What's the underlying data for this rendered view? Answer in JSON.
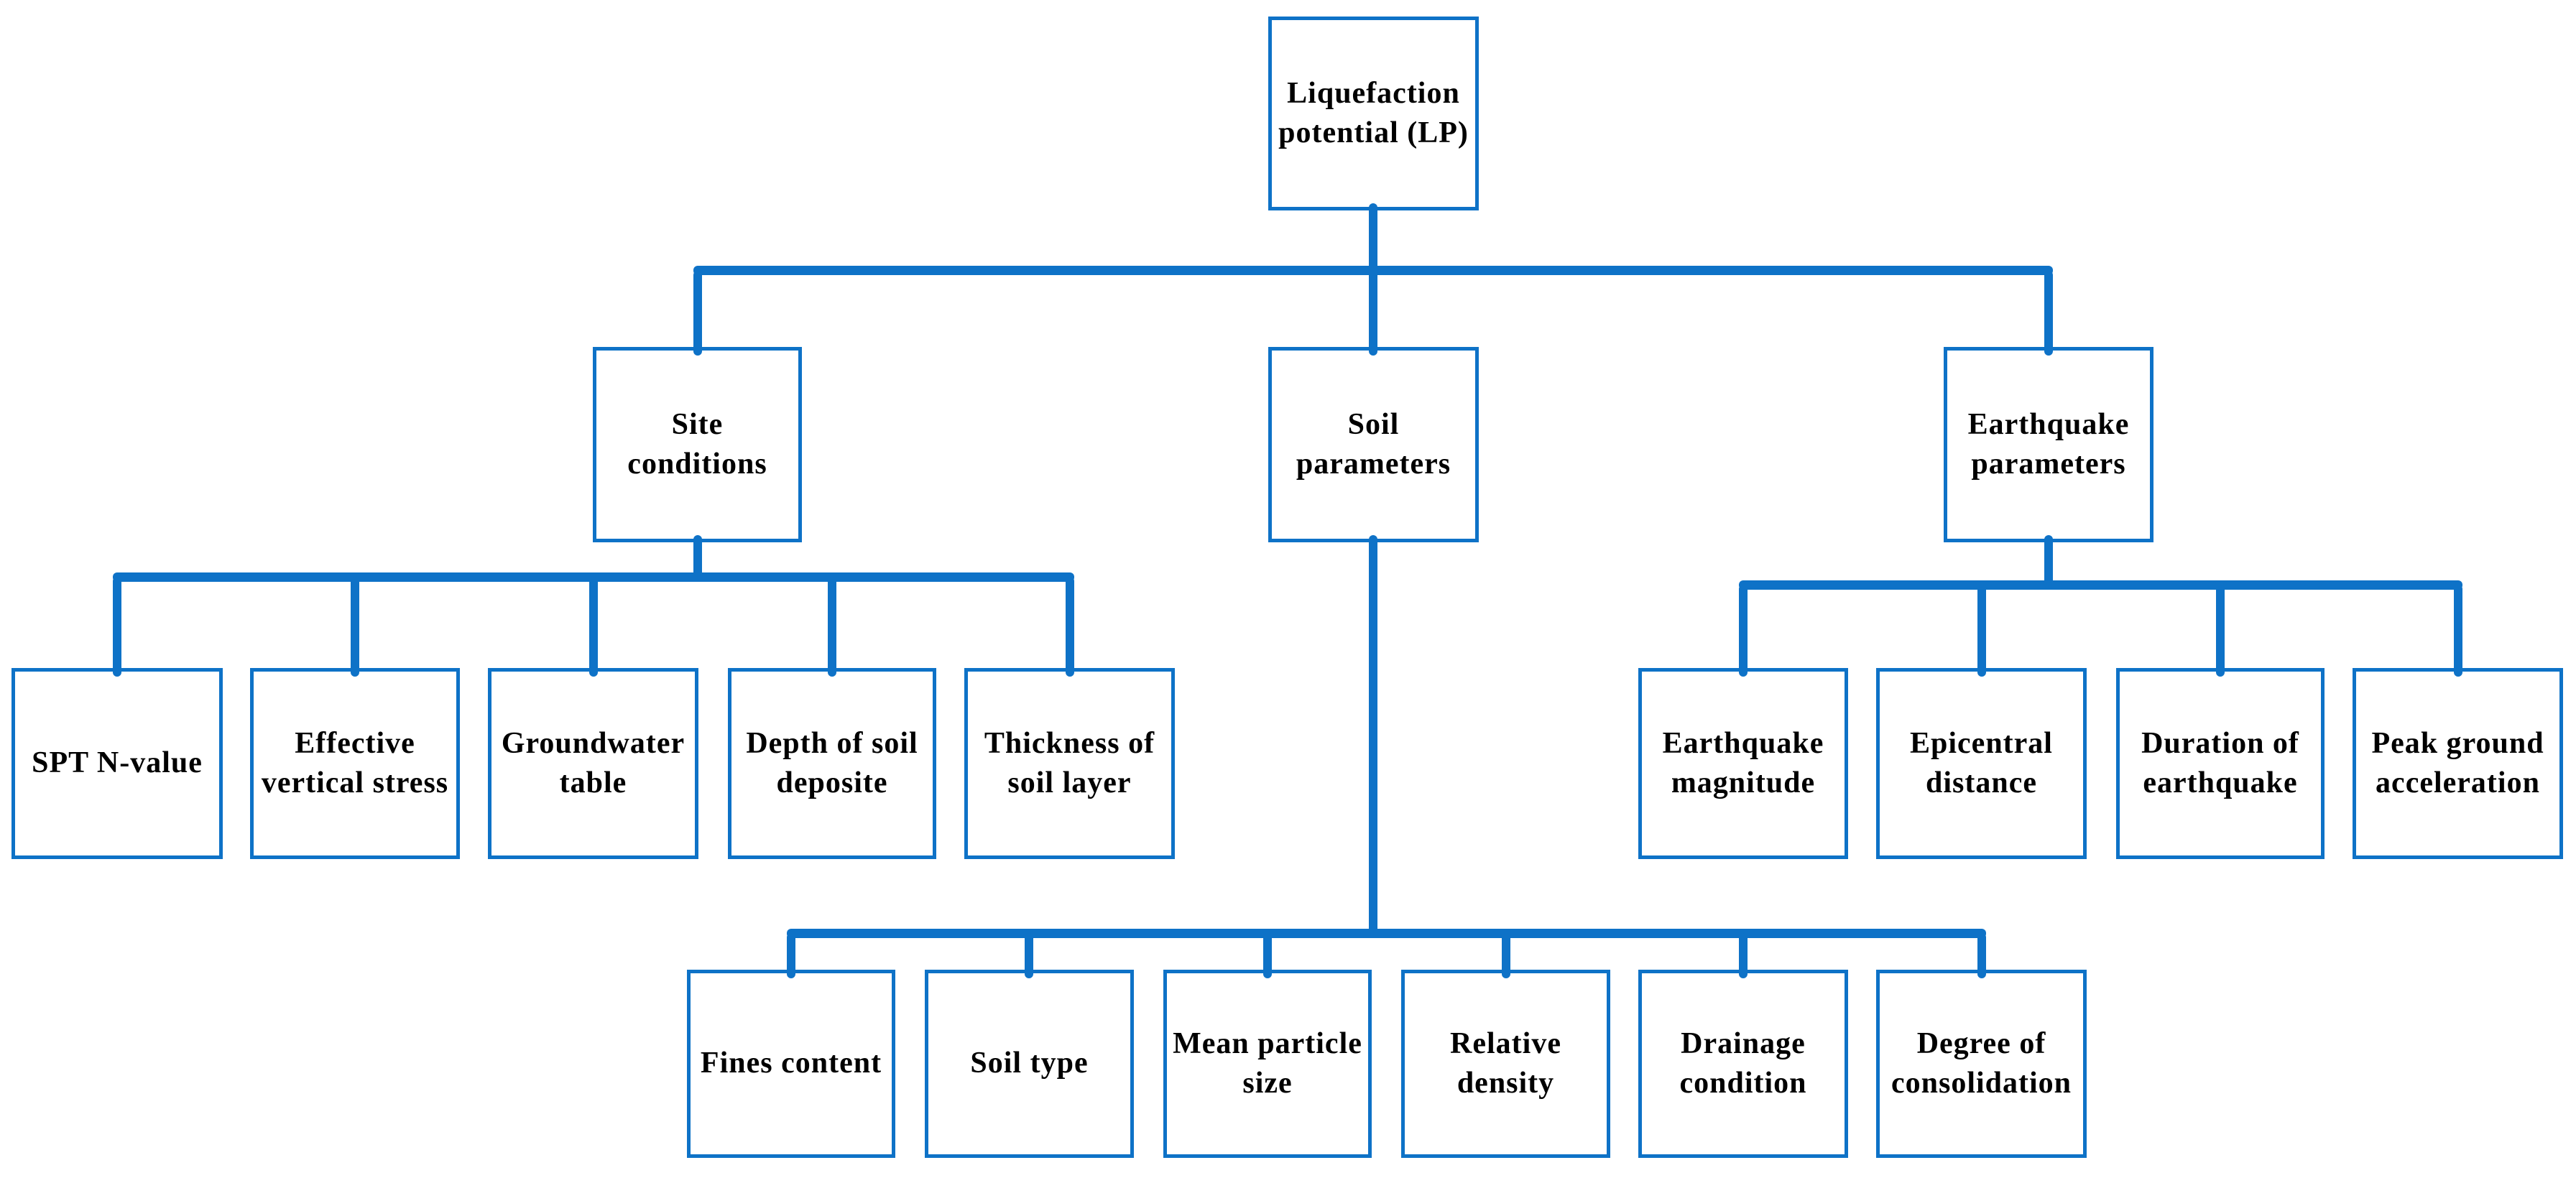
{
  "diagram": {
    "nodes": {
      "liquefaction_potential": "Liquefaction\npotential (LP)",
      "site_conditions": "Site\nconditions",
      "soil_parameters": "Soil\nparameters",
      "earthquake_parameters": "Earthquake\nparameters",
      "spt_n_value": "SPT N-value",
      "effective_vertical_stress": "Effective\nvertical stress",
      "groundwater_table": "Groundwater\ntable",
      "depth_of_soil_deposite": "Depth of soil\ndeposite",
      "thickness_of_soil_layer": "Thickness of\nsoil layer",
      "fines_content": "Fines content",
      "soil_type": "Soil type",
      "mean_particle_size": "Mean particle\nsize",
      "relative_density": "Relative\ndensity",
      "drainage_condition": "Drainage\ncondition",
      "degree_of_consolidation": "Degree of\nconsolidation",
      "earthquake_magnitude": "Earthquake\nmagnitude",
      "epicentral_distance": "Epicentral\ndistance",
      "duration_of_earthquake": "Duration of\nearthquake",
      "peak_ground_acceleration": "Peak ground\nacceleration"
    },
    "hierarchy": {
      "root": "liquefaction_potential",
      "children_of_root": [
        "site_conditions",
        "soil_parameters",
        "earthquake_parameters"
      ],
      "children_of_site_conditions": [
        "spt_n_value",
        "effective_vertical_stress",
        "groundwater_table",
        "depth_of_soil_deposite",
        "thickness_of_soil_layer"
      ],
      "children_of_soil_parameters": [
        "fines_content",
        "soil_type",
        "mean_particle_size",
        "relative_density",
        "drainage_condition",
        "degree_of_consolidation"
      ],
      "children_of_earthquake_parameters": [
        "earthquake_magnitude",
        "epicentral_distance",
        "duration_of_earthquake",
        "peak_ground_acceleration"
      ]
    },
    "colors": {
      "connector": "#0e72c7",
      "box_border": "#0e72c7",
      "text": "#000000",
      "background": "#ffffff"
    }
  }
}
